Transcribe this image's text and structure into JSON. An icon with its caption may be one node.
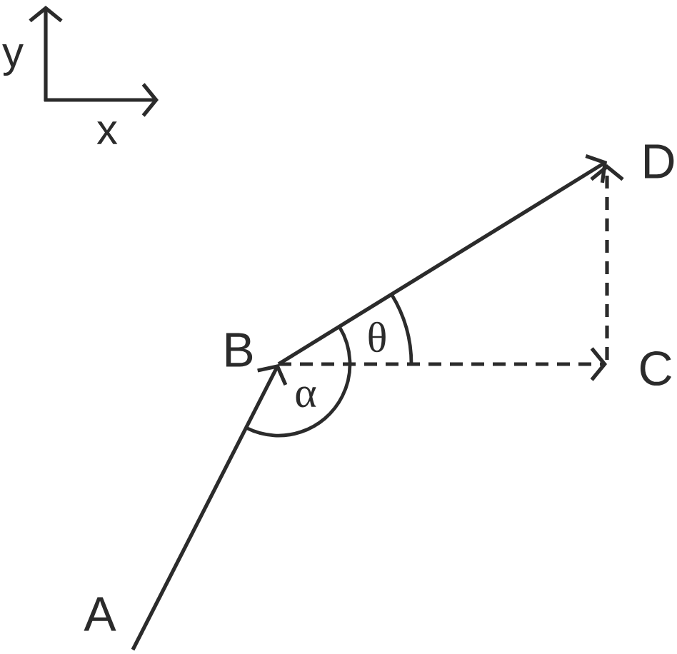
{
  "diagram": {
    "nodes": [
      {
        "text": [
          "A"
        ]
      },
      {
        "text": [
          "B"
        ]
      },
      {
        "text": [
          "C"
        ]
      },
      {
        "text": [
          "D"
        ]
      }
    ],
    "edges": [
      {
        "from": 0,
        "to": 1,
        "arrow": "to"
      },
      {
        "from": 1,
        "to": 3,
        "arrow": "to"
      },
      {
        "from": 1,
        "to": 2,
        "arrow": "to",
        "style": "dashed"
      },
      {
        "from": 2,
        "to": 3,
        "arrow": "to",
        "style": "dashed"
      }
    ],
    "labels": [
      "y",
      "x",
      "θ",
      "α"
    ]
  }
}
